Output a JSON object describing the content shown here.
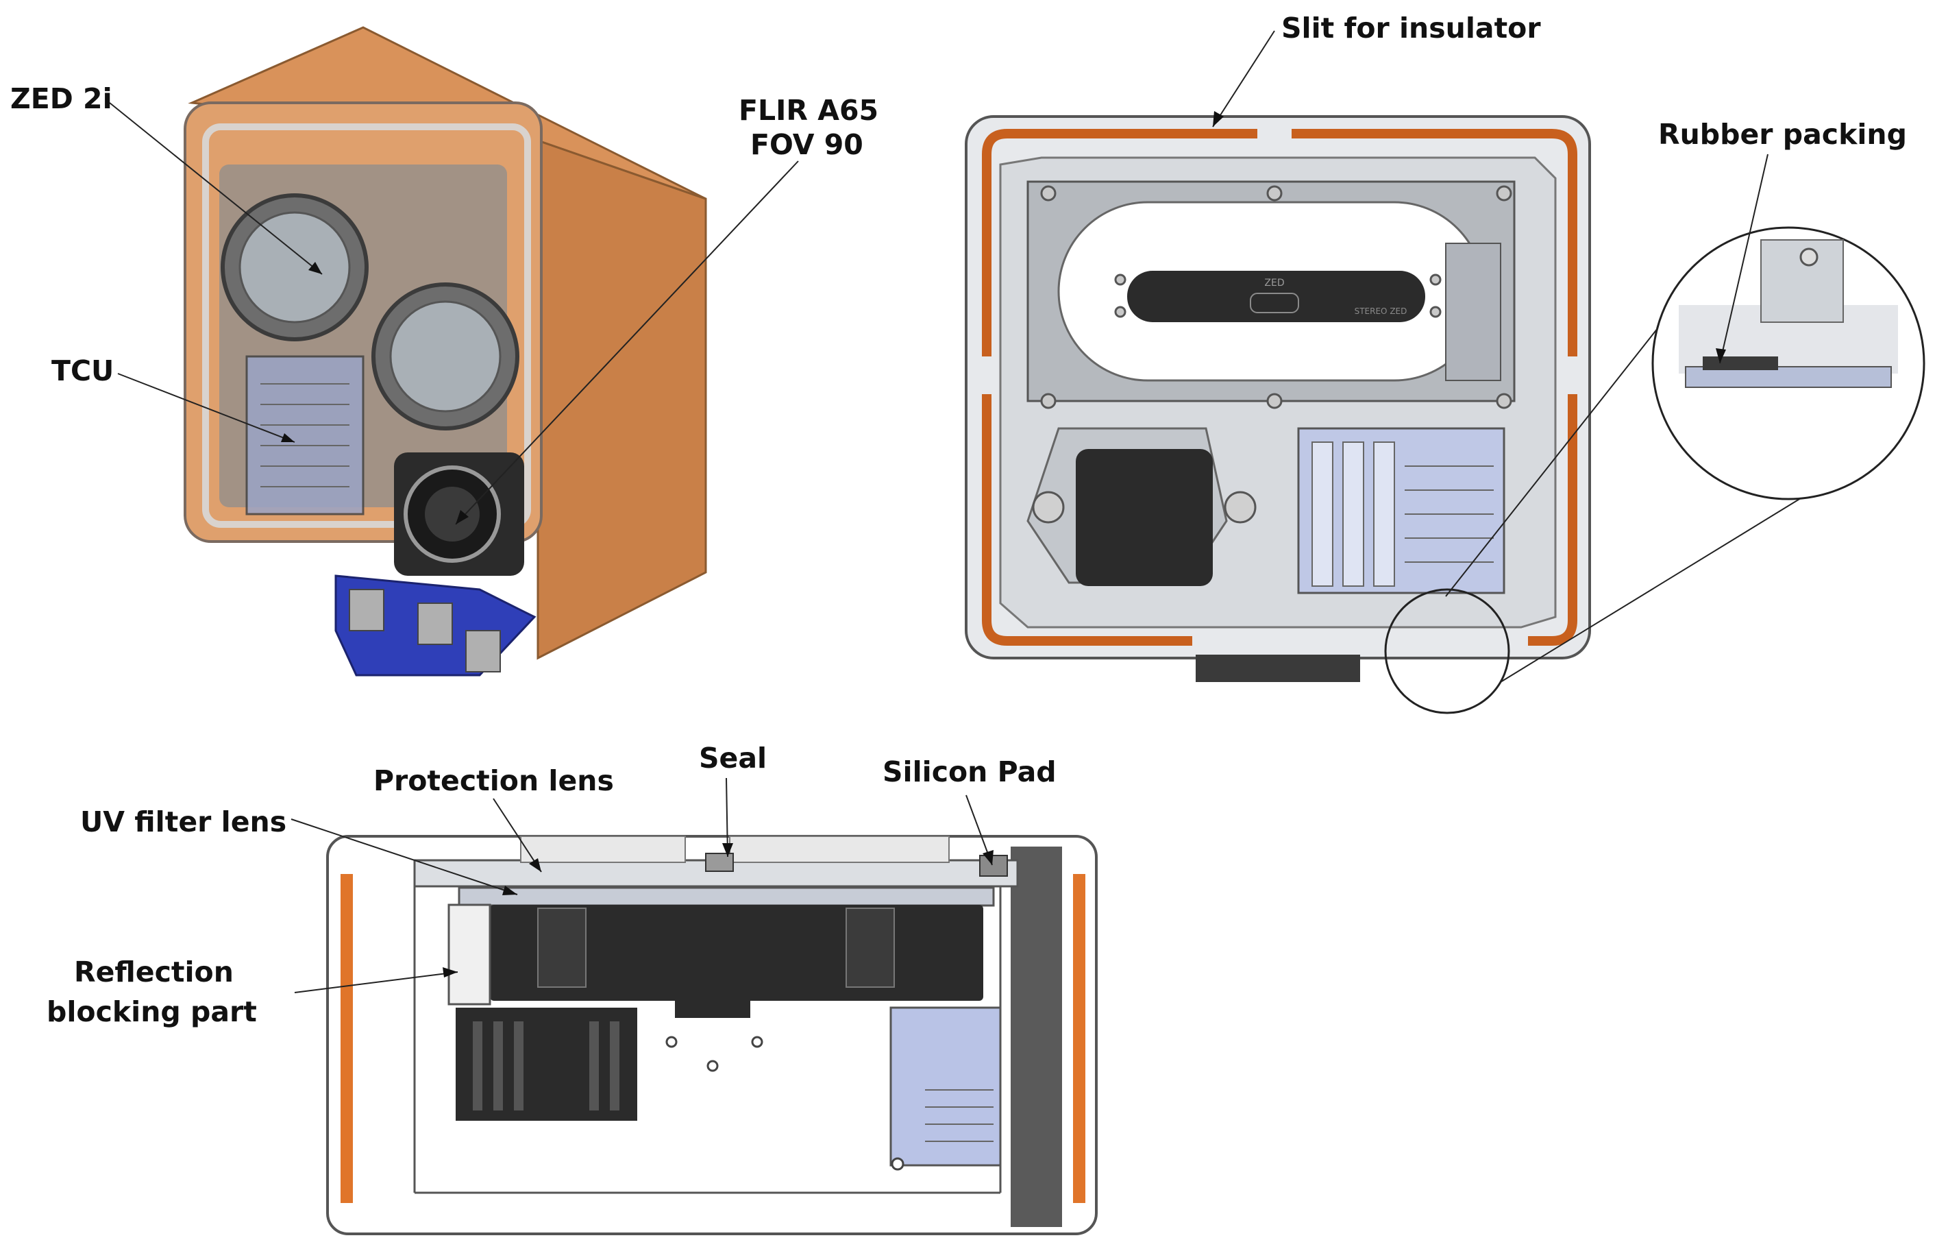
{
  "figure": {
    "panel_a": {
      "labels": {
        "zed": "ZED 2i",
        "flir_line1": "FLIR A65",
        "flir_line2": "FOV 90",
        "tcu": "TCU"
      }
    },
    "panel_b": {
      "labels": {
        "slit": "Slit for insulator",
        "rubber": "Rubber packing"
      },
      "device_markings": {
        "camera_brand": "ZED",
        "camera_model": "STEREO  ZED"
      }
    },
    "panel_c": {
      "labels": {
        "protection": "Protection lens",
        "seal": "Seal",
        "silicon": "Silicon Pad",
        "uv": "UV filter lens",
        "reflection_line1": "Reflection",
        "reflection_line2": "blocking part"
      }
    },
    "colors": {
      "insulator": "#d98a4e",
      "insulator_strip": "#c8601e",
      "frame": "#cfd3d8",
      "dark_part": "#2b2b2b",
      "mount": "#2f3fb8",
      "pad_blue": "#b9c3e6"
    }
  }
}
